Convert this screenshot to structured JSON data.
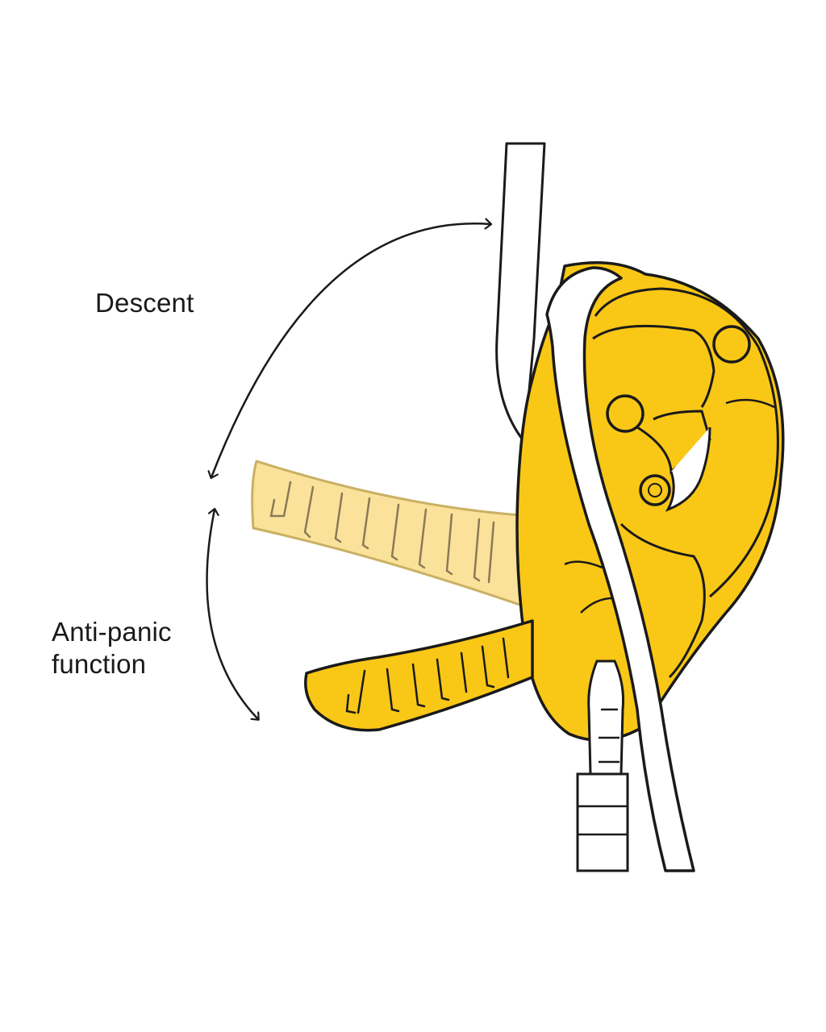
{
  "labels": {
    "descent": "Descent",
    "anti_panic_line1": "Anti-panic",
    "anti_panic_line2": "function"
  },
  "colors": {
    "device_yellow": "#F9C716",
    "handle_faded": "#FBE29A",
    "outline": "#1a1a1a",
    "rope": "#ffffff"
  },
  "icons": {
    "descent_arrow": "curved-double-arrow-icon",
    "anti_panic_arrow": "curved-double-arrow-icon"
  }
}
